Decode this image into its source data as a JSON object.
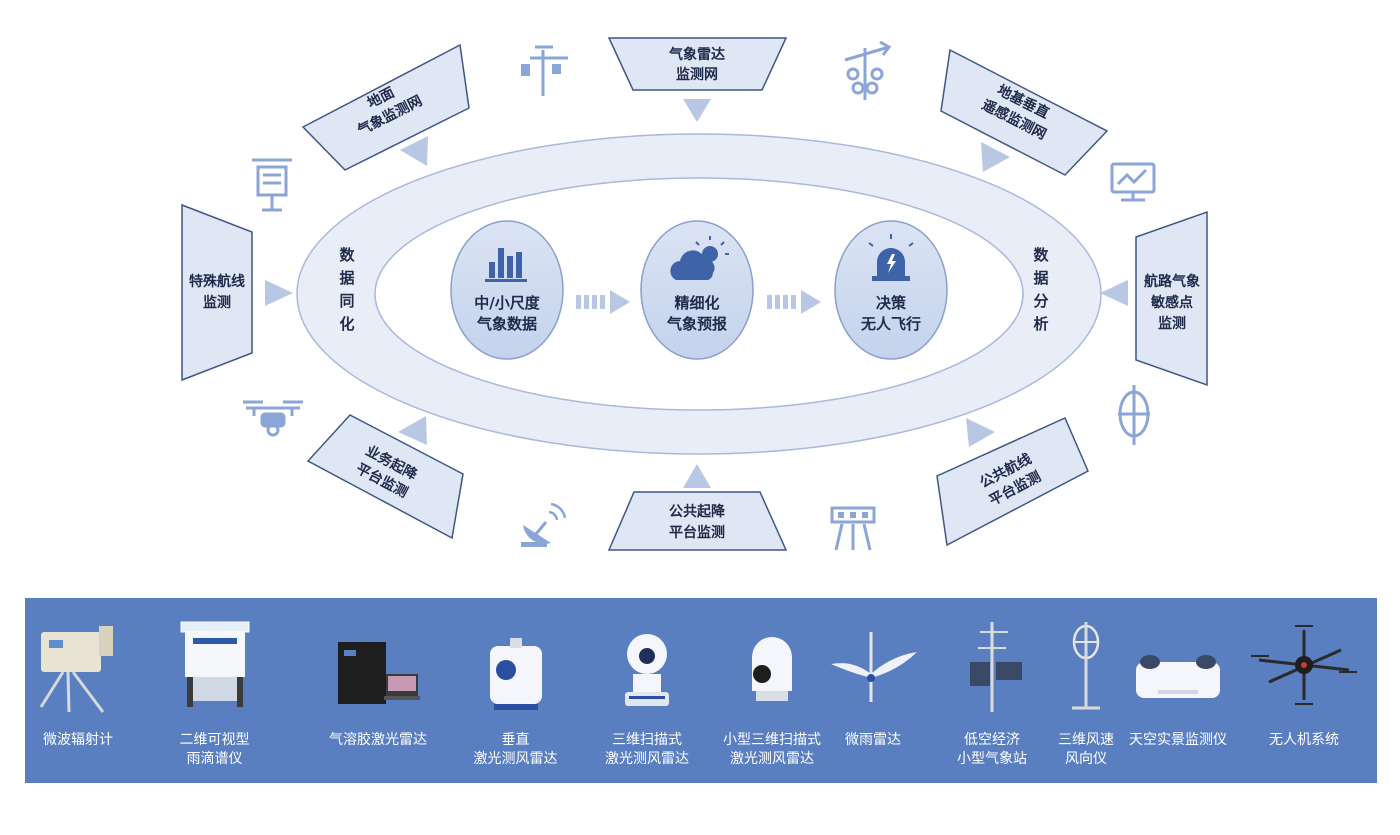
{
  "center_nodes": [
    {
      "line1": "中/小尺度",
      "line2": "气象数据",
      "icon": "bar-chart-icon"
    },
    {
      "line1": "精细化",
      "line2": "气象预报",
      "icon": "cloud-sun-icon"
    },
    {
      "line1": "决策",
      "line2": "无人飞行",
      "icon": "alarm-beacon-icon"
    }
  ],
  "ring_left": [
    "数",
    "据",
    "同",
    "化"
  ],
  "ring_right": [
    "数",
    "据",
    "分",
    "析"
  ],
  "sources": {
    "top": {
      "line1": "气象雷达",
      "line2": "监测网"
    },
    "top_left": {
      "line1": "地面",
      "line2": "气象监测网"
    },
    "top_right": {
      "line1": "地基垂直",
      "line2": "遥感监测网"
    },
    "left": {
      "line1": "特殊航线",
      "line2": "监测"
    },
    "right": {
      "line1": "航路气象",
      "line2": "敏感点",
      "line3": "监测"
    },
    "bottom_left": {
      "line1": "业务起降",
      "line2": "平台监测"
    },
    "bottom": {
      "line1": "公共起降",
      "line2": "平台监测"
    },
    "bottom_right": {
      "line1": "公共航线",
      "line2": "平台监测"
    }
  },
  "outer_icons": [
    "weather-station-icon",
    "wind-vane-icon",
    "monitor-chart-icon",
    "beacon-icon",
    "radar-array-icon",
    "satellite-dish-icon",
    "drone-icon",
    "tower-icon"
  ],
  "equipment": [
    {
      "line1": "微波辐射计",
      "line2": "",
      "icon": "microwave-radiometer-icon"
    },
    {
      "line1": "二维可视型",
      "line2": "雨滴谱仪",
      "icon": "disdrometer-icon"
    },
    {
      "line1": "气溶胶激光雷达",
      "line2": "",
      "icon": "aerosol-lidar-icon"
    },
    {
      "line1": "垂直",
      "line2": "激光测风雷达",
      "icon": "vertical-wind-lidar-icon"
    },
    {
      "line1": "三维扫描式",
      "line2": "激光测风雷达",
      "icon": "3d-scanning-lidar-icon"
    },
    {
      "line1": "小型三维扫描式",
      "line2": "激光测风雷达",
      "icon": "small-3d-lidar-icon"
    },
    {
      "line1": "微雨雷达",
      "line2": "",
      "icon": "micro-rain-radar-icon"
    },
    {
      "line1": "低空经济",
      "line2": "小型气象站",
      "icon": "small-weather-station-icon"
    },
    {
      "line1": "三维风速",
      "line2": "风向仪",
      "icon": "anemometer-icon"
    },
    {
      "line1": "天空实景监测仪",
      "line2": "",
      "icon": "sky-camera-icon"
    },
    {
      "line1": "无人机系统",
      "line2": "",
      "icon": "uav-system-icon"
    }
  ],
  "colors": {
    "panel_fill": "#dfe6f4",
    "panel_stroke": "#3f5785",
    "ring_fill": "#e8edf7",
    "node_fill": "#cdd9ef",
    "accent": "#5a7fc0",
    "arrow": "#b8c7e4",
    "equipment_bar": "#5a7fc0"
  }
}
